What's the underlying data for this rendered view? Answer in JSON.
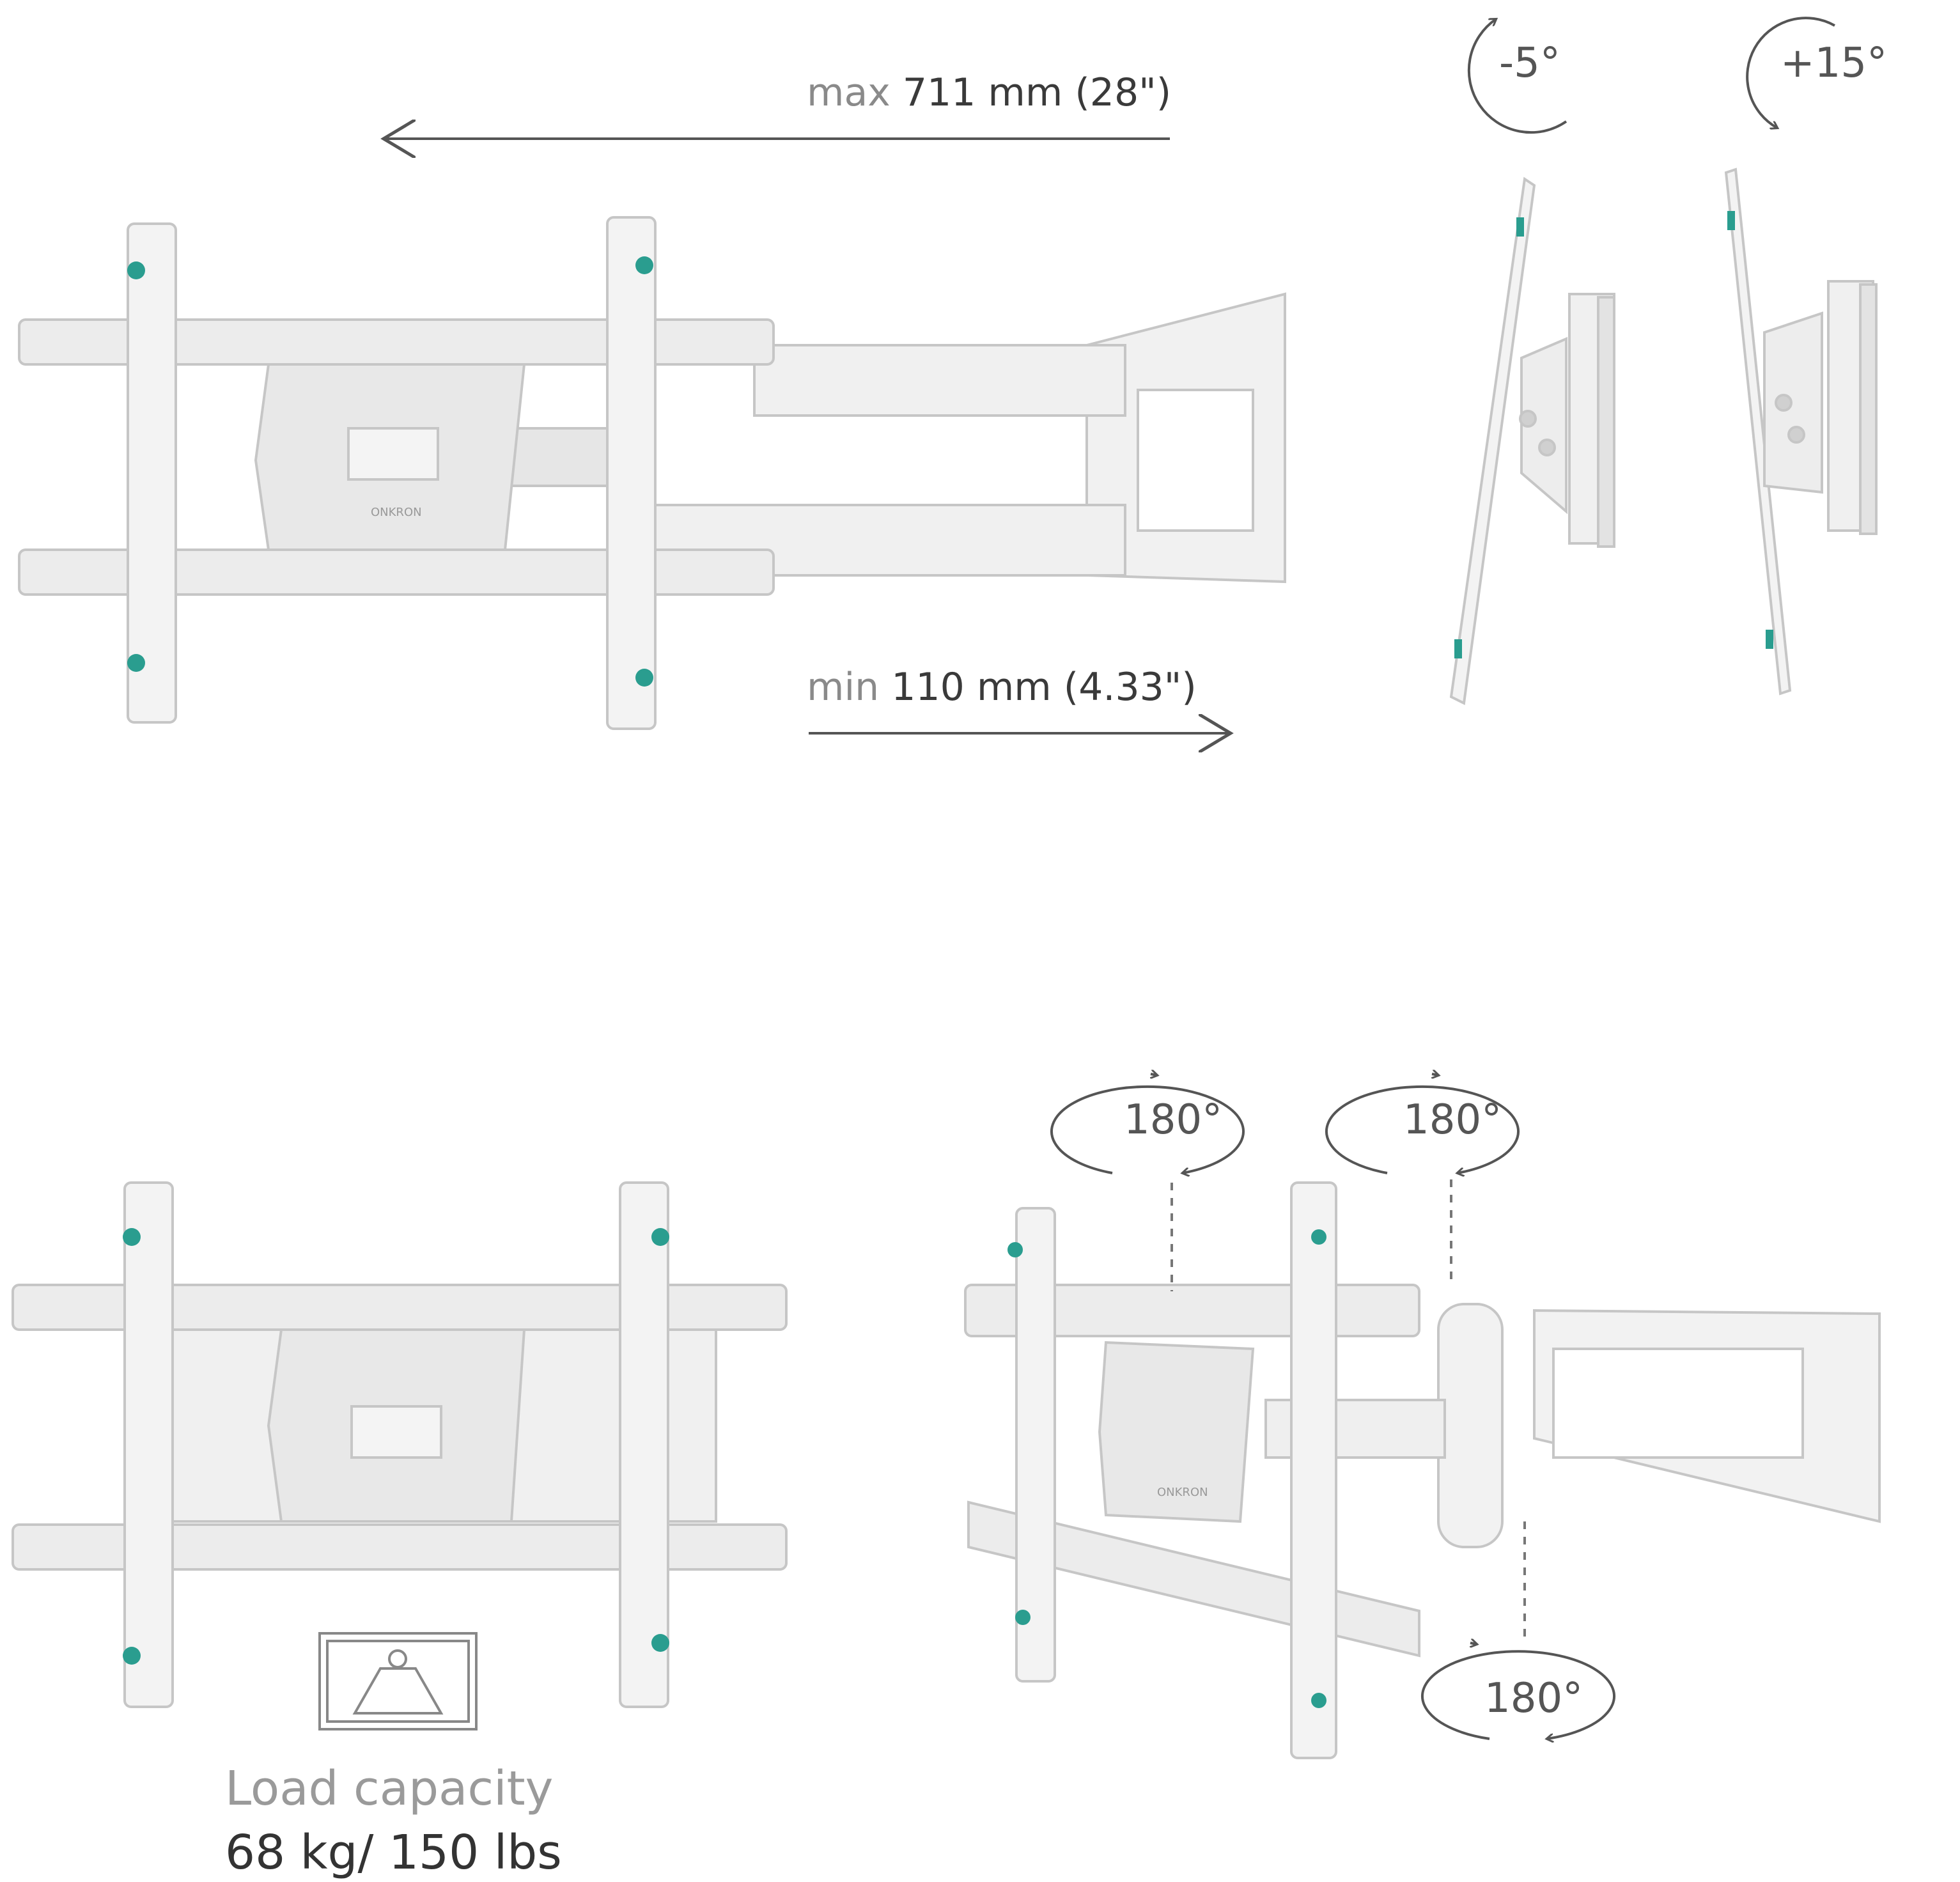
{
  "extension": {
    "max_prefix": "max",
    "max_value": "711 mm (28\")",
    "min_prefix": "min",
    "min_value": "110 mm (4.33\")"
  },
  "tilt": {
    "back_angle": "-5°",
    "forward_angle": "+15°"
  },
  "swivel": {
    "joint1_angle": "180°",
    "joint2_angle": "180°",
    "joint3_angle": "180°"
  },
  "load": {
    "label": "Load capacity",
    "value": "68 kg/ 150 lbs"
  },
  "brand": {
    "logo_text": "ONKRON"
  },
  "colors": {
    "accent": "#2a9d8f",
    "metal": "#e9e9e9",
    "outline": "#c7c7c7",
    "arrow": "#555555"
  }
}
